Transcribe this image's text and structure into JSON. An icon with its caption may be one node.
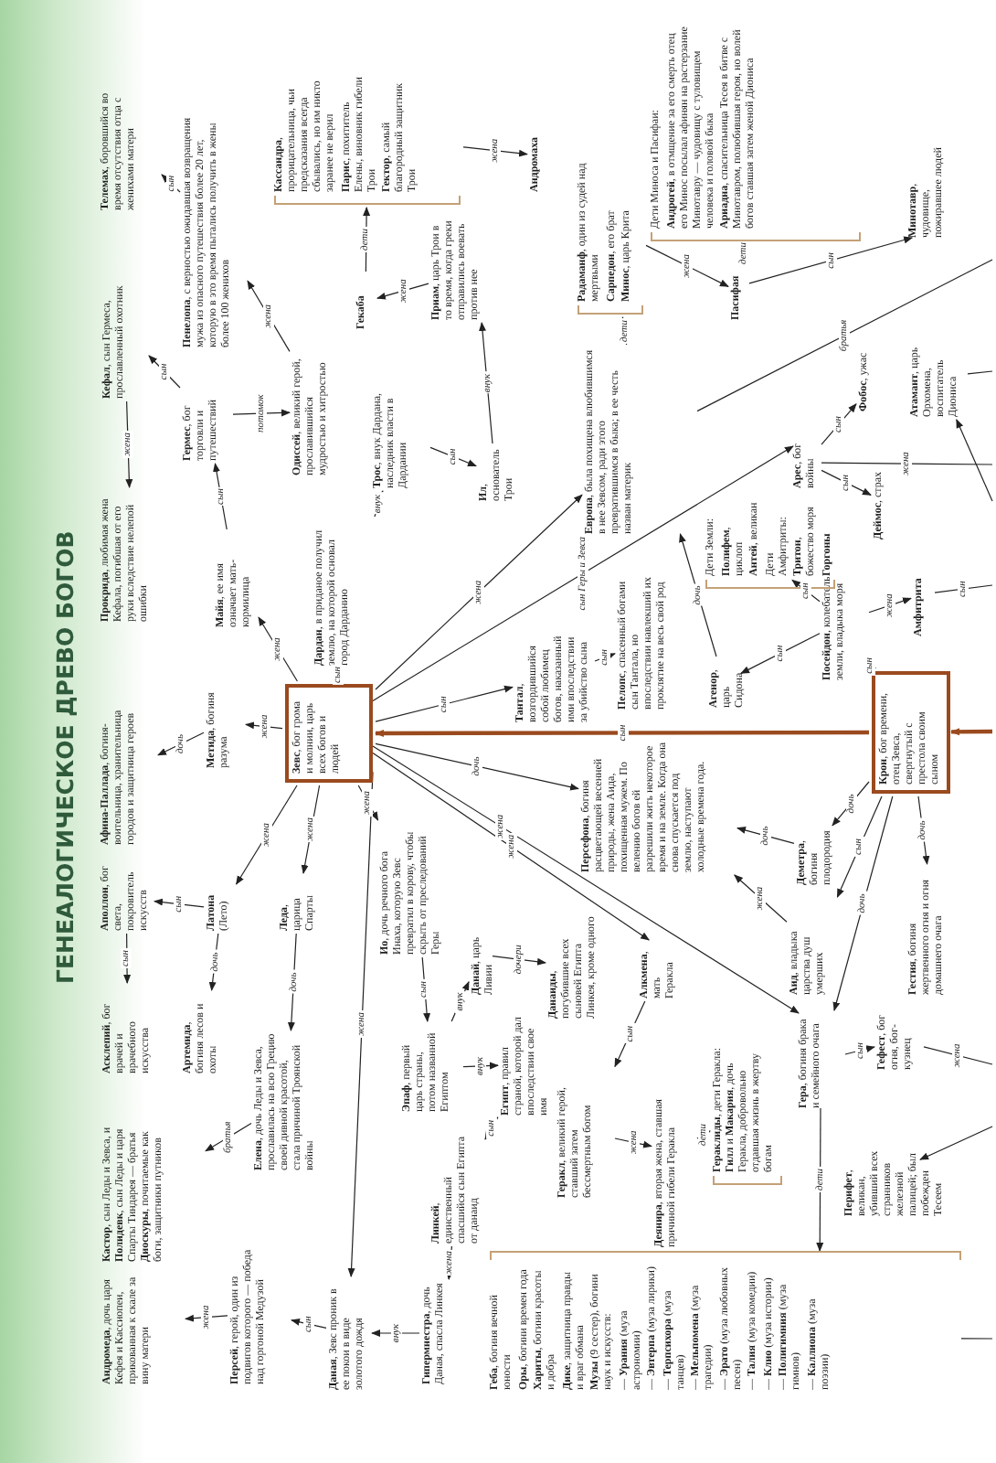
{
  "diagram": {
    "title": "ГЕНЕАЛОГИЧЕСКОЕ ДРЕВО БОГОВ",
    "nodes": [
      {
        "text": [
          "**Телемах**, боровшийся во время отсутствия отца с женихами матери"
        ]
      },
      {
        "text": [
          "**Пенелопа**, с верностью ожидавшая возвращения мужа из опасного путешествия более 20 лет, которую в это время пытались получить в жены более 100 женихов"
        ]
      },
      {
        "text": [
          "**Кассандра**, прорицательница, чьи предсказания всегда сбывались, но им никто заранее не верил",
          "**Парис**, похититель Елены, виновник гибели Трои",
          "**Гектор**, самый благородный защитник Трои"
        ]
      },
      {
        "text": [
          "Андромаха"
        ]
      },
      {
        "text": [
          "**Радаманф**, один из судей над мертвыми",
          "**Сарпедон**, его брат",
          "**Минос**, царь Крита"
        ]
      },
      {
        "text": [
          "Пасифая"
        ]
      },
      {
        "text": [
          "Дети Миноса и Пасифаи:",
          "**Андрогей**, в отмщение за его смерть отец его Минос посылал афинян на растерзание Минотавру — чудовищу с туловищем человека и головой быка",
          "**Ариадна**, спасительница Тесея в битве с Минотавром, полюбившая героя, но волей богов ставшая затем женой Диониса"
        ]
      },
      {
        "text": [
          "**Минотавр**, чудовище, пожиравшее людей"
        ]
      },
      {
        "text": [
          "**Кефал**, сын Гермеса, прославленный охотник"
        ]
      },
      {
        "text": [
          "**Гермес**, бог торговли и путешествий"
        ]
      },
      {
        "text": [
          "**Одиссей**, великий герой, прославившийся мудростью и хитростью"
        ]
      },
      {
        "text": [
          "Гекаба"
        ]
      },
      {
        "text": [
          "**Приам**, царь Трои в то время, когда греки отправились воевать против нее"
        ]
      },
      {
        "text": [
          "**Ил**, основатель Трои"
        ]
      },
      {
        "text": [
          "**Трос**, внук Дардана, наследник власти в Дардании"
        ]
      },
      {
        "text": [
          "**Дардан**, в приданое получил землю, на которой основал город Дарданию"
        ]
      },
      {
        "text": [
          "**Европа**, была похищена влюбившимся в нее Зевсом, ради этого превратившимся в быка; в ее честь назван материк"
        ]
      },
      {
        "text": [
          "**Прокрида**, любимая жена Кефала, погибшая от его руки вследствие нелепой ошибки"
        ]
      },
      {
        "text": [
          "**Майя**, ее имя означает мать-кормилица"
        ]
      },
      {
        "text": [
          "**Зевс**, бог грома и молнии, царь всех богов и людей"
        ]
      },
      {
        "text": [
          "**Метида**, богиня разума"
        ]
      },
      {
        "text": [
          "**Афина-Паллада**, богиня-воительница, хранительница городов и защитница героев"
        ]
      },
      {
        "text": [
          "**Латона** (Лето)"
        ]
      },
      {
        "text": [
          "**Аполлон**, бог света, покровитель искусств"
        ]
      },
      {
        "text": [
          "**Асклепий**, бог врачей и врачебного искусства"
        ]
      },
      {
        "text": [
          "**Артемида**, богиня лесов и охоты"
        ]
      },
      {
        "text": [
          "**Леда**, царица Спарты"
        ]
      },
      {
        "text": [
          "**Елена**, дочь Леды и Зевса, прославилась на всю Грецию своей дивной красотой, стала причиной Троянской войны"
        ]
      },
      {
        "text": [
          "**Кастор**, сын Леды и Зевса, и **Полидевк**, сын Леды и царя Спарты Тиндарея — братья **Диоскуры**, почитаемые как боги, защитники путников"
        ]
      },
      {
        "text": [
          "**Ио**, дочь речного бога Инаха, которую Зевс превратил в корову, чтобы скрыть от преследований Геры"
        ]
      },
      {
        "text": [
          "**Данай**, царь Ливии"
        ]
      },
      {
        "text": [
          "**Данаиды**, погубившие всех сыновей Египта Линкея, кроме одного"
        ]
      },
      {
        "text": [
          "**Эпаф**, первый царь страны, потом названной Египтом"
        ]
      },
      {
        "text": [
          "**Египт**, правил страной, которой дал впоследствии свое имя"
        ]
      },
      {
        "text": [
          "**Линкей**, единственный спасшийся сын Египта от данаид"
        ]
      },
      {
        "text": [
          "**Алкмена**, мать Геракла"
        ]
      },
      {
        "text": [
          "**Геракл**, великий герой, ставший затем бессмертным богом"
        ]
      },
      {
        "text": [
          "**Деянира**, вторая жена, ставшая причиной гибели Геракла"
        ]
      },
      {
        "text": [
          "**Гераклиды**, дети Геракла: **Гилл** и **Макария**, дочь Геракла, добровольно отдавшая жизнь в жертву богам"
        ]
      },
      {
        "text": [
          "**Гипермнестра**, дочь Даная, спасла Линкея"
        ]
      },
      {
        "text": [
          "**Даная**, Зевс проник в ее покои в виде золотого дождя"
        ]
      },
      {
        "text": [
          "**Персей**, герой, один из подвигов которого — победа над горгоной Медузой"
        ]
      },
      {
        "text": [
          "**Андромеда**, дочь царя Кефея и Кассиопеи, прикованная к скале за вину матери"
        ]
      },
      {
        "text": [
          "**Геба**, богиня вечной юности",
          "**Оры**, богини времен года",
          "**Хариты**, богини красоты и добра",
          "**Дике**, защитница правды и враг обмана",
          "**Музы** (9 сестер), богини наук и искусств:",
          "— **Урания** (муза астрономии)",
          "— **Эвтерпа** (муза лирики)",
          "— **Терпсихора** (муза танцев)",
          "— **Мельпомена** (муза трагедии)",
          "— **Эрато** (муза любовных песен)",
          "— **Талия** (муза комедии)",
          "— **Клио** (муза истории)",
          "— **Полигимния** (муза гимнов)",
          "— **Каллиопа** (муза поэзии)"
        ]
      },
      {
        "text": [
          "**Персефона**, богиня расцветающей весенней природы, жена Аида, похищенная мужем. По велению богов ей разрешили жить некоторое время и на земле. Когда она снова спускается под землю, наступают холодные времена года."
        ]
      },
      {
        "text": [
          "**Деметра**, богиня плодородия"
        ]
      },
      {
        "text": [
          "**Аид**, владыка царства душ умерших"
        ]
      },
      {
        "text": [
          "**Гестия**, богиня жертвенного огня и огня домашнего очага"
        ]
      },
      {
        "text": [
          "**Крон**, бог времени, отец Зевса, свергнутый с престола своим сыном"
        ]
      },
      {
        "text": [
          "**Гера**, богиня брака и семейного очага"
        ]
      },
      {
        "text": [
          "**Гефест**, бог огня, бог-кузнец"
        ]
      },
      {
        "text": [
          "**Перифет**, великан, убивший всех странников железной палицей; был побежден Тесеем"
        ]
      },
      {
        "text": [
          "**Посейдон**, колебатель земли, владыка моря"
        ]
      },
      {
        "text": [
          "**Агенор**, царь Сидона"
        ]
      },
      {
        "text": [
          "Дети Земли:",
          "**Полифем**, циклоп",
          "**Антей**, великан",
          "Дети Амфитриты:",
          "**Тритон**, божество моря",
          "**Горгоны**"
        ]
      },
      {
        "text": [
          "Амфитрита"
        ]
      },
      {
        "text": [
          "**Арес**, бог войны"
        ]
      },
      {
        "text": [
          "**Фобос**, ужас"
        ]
      },
      {
        "text": [
          "**Деймос**, страх"
        ]
      },
      {
        "text": [
          "**Атамант**, царь Орхомена, воспитатель Диониса"
        ]
      },
      {
        "text": [
          "**Тантал**, возгордившийся собой любимец богов, наказанный ими впоследствии за убийство сына"
        ]
      },
      {
        "text": [
          "**Пелопс**, спасенный богами сын Тантала, но впоследствии навлекший их проклятие на весь свой род"
        ]
      }
    ],
    "edges": [
      {
        "from": 1,
        "to": 0,
        "arrow": "to",
        "label": "сын"
      },
      {
        "from": 11,
        "to": 2,
        "arrow": "to",
        "label": "дети"
      },
      {
        "from": 2,
        "to": 3,
        "arrow": "to",
        "label": "жена"
      },
      {
        "from": 16,
        "to": 4,
        "arrow": "to",
        "label": "дети"
      },
      {
        "from": 4,
        "to": 5,
        "arrow": "to",
        "label": "жена"
      },
      {
        "from": 5,
        "to": 6,
        "arrow": "to",
        "label": "дети"
      },
      {
        "from": 5,
        "to": 7,
        "arrow": "to",
        "label": "сын"
      },
      {
        "from": 16,
        "to": null,
        "arrow": "none",
        "label": "братья"
      },
      {
        "from": 53,
        "to": 16,
        "arrow": "to",
        "label": "дочь"
      },
      {
        "from": 19,
        "to": 16,
        "arrow": "to",
        "label": "жена"
      },
      {
        "from": 19,
        "to": 56,
        "arrow": "to",
        "label": "сын Геры и Зевса"
      },
      {
        "from": 56,
        "to": 57,
        "arrow": "to",
        "label": "сын"
      },
      {
        "from": 56,
        "to": 58,
        "arrow": "to",
        "label": "сын"
      },
      {
        "from": 56,
        "to": null,
        "arrow": "none",
        "label": "жена"
      },
      {
        "from": null,
        "to": 59,
        "arrow": "to"
      },
      {
        "from": 59,
        "to": null,
        "arrow": "none"
      },
      {
        "from": 48,
        "to": 52,
        "arrow": "to",
        "label": "сын"
      },
      {
        "from": 52,
        "to": 53,
        "arrow": "to",
        "label": "сын"
      },
      {
        "from": 52,
        "to": 54,
        "arrow": "to",
        "label": "сын"
      },
      {
        "from": 52,
        "to": 55,
        "arrow": "to",
        "label": "жена"
      },
      {
        "from": 55,
        "to": null,
        "arrow": "none",
        "label": "сын"
      },
      {
        "from": 19,
        "to": 60,
        "arrow": "to",
        "label": "сын"
      },
      {
        "from": 60,
        "to": 61,
        "arrow": "to",
        "label": "сын"
      },
      {
        "from": 19,
        "to": 15,
        "arrow": "to",
        "label": "сын"
      },
      {
        "from": 15,
        "to": 14,
        "arrow": "to",
        "label": "внук"
      },
      {
        "from": 14,
        "to": 13,
        "arrow": "to",
        "label": "сын"
      },
      {
        "from": 13,
        "to": 12,
        "arrow": "to",
        "label": "внук"
      },
      {
        "from": 12,
        "to": 11,
        "arrow": "to",
        "label": "жена"
      },
      {
        "from": 18,
        "to": 9,
        "arrow": "to",
        "label": "сын"
      },
      {
        "from": 9,
        "to": 8,
        "arrow": "to",
        "label": "сын"
      },
      {
        "from": 8,
        "to": 17,
        "arrow": "to",
        "label": "жена"
      },
      {
        "from": 9,
        "to": 10,
        "arrow": "to",
        "label": "потомок"
      },
      {
        "from": 10,
        "to": 1,
        "arrow": "to",
        "label": "жена"
      },
      {
        "from": 19,
        "to": 18,
        "arrow": "to",
        "label": "жена"
      },
      {
        "from": 19,
        "to": 20,
        "arrow": "to",
        "label": "жена"
      },
      {
        "from": 20,
        "to": 21,
        "arrow": "to",
        "label": "дочь"
      },
      {
        "from": 19,
        "to": 22,
        "arrow": "to",
        "label": "жена"
      },
      {
        "from": 22,
        "to": 23,
        "arrow": "to",
        "label": "сын"
      },
      {
        "from": 23,
        "to": 24,
        "arrow": "to",
        "label": "сын"
      },
      {
        "from": 22,
        "to": 25,
        "arrow": "to",
        "label": "дочь"
      },
      {
        "from": 19,
        "to": 26,
        "arrow": "to",
        "label": "жена"
      },
      {
        "from": 26,
        "to": 27,
        "arrow": "to",
        "label": "дочь"
      },
      {
        "from": 27,
        "to": 28,
        "arrow": "to",
        "label": "братья"
      },
      {
        "from": 19,
        "to": 29,
        "arrow": "to",
        "label": "жена"
      },
      {
        "from": 29,
        "to": 32,
        "arrow": "to",
        "label": "сын"
      },
      {
        "from": 32,
        "to": 30,
        "arrow": "to",
        "label": "внук"
      },
      {
        "from": 32,
        "to": 33,
        "arrow": "to",
        "label": "внук"
      },
      {
        "from": 33,
        "to": 34,
        "arrow": "to",
        "label": "сын"
      },
      {
        "from": 30,
        "to": 31,
        "arrow": "to",
        "label": "дочери"
      },
      {
        "from": 19,
        "to": 35,
        "arrow": "to",
        "label": "жена"
      },
      {
        "from": 35,
        "to": 36,
        "arrow": "to",
        "label": "сын"
      },
      {
        "from": 36,
        "to": 37,
        "arrow": "to",
        "label": "жена"
      },
      {
        "from": 37,
        "to": 38,
        "arrow": "to",
        "label": "дети"
      },
      {
        "from": 19,
        "to": 44,
        "arrow": "to",
        "label": "дочь"
      },
      {
        "from": 45,
        "to": 44,
        "arrow": "to",
        "label": "дочь"
      },
      {
        "from": 46,
        "to": 44,
        "arrow": "to",
        "label": "жена"
      },
      {
        "from": 19,
        "to": 49,
        "arrow": "to",
        "label": "жена"
      },
      {
        "from": 48,
        "to": 45,
        "arrow": "to",
        "label": "дочь"
      },
      {
        "from": 48,
        "to": 46,
        "arrow": "to",
        "label": "сын"
      },
      {
        "from": 48,
        "to": 47,
        "arrow": "to",
        "label": "дочь"
      },
      {
        "from": 48,
        "to": 49,
        "arrow": "to",
        "label": "дочь"
      },
      {
        "from": 49,
        "to": 50,
        "arrow": "to",
        "label": "сын"
      },
      {
        "from": 50,
        "to": null,
        "arrow": "none",
        "label": "жена"
      },
      {
        "from": null,
        "to": 51,
        "arrow": "to"
      },
      {
        "from": 49,
        "to": 43,
        "arrow": "to",
        "label": "дети"
      },
      {
        "from": 43,
        "to": null,
        "arrow": "none"
      },
      {
        "from": 19,
        "to": 40,
        "arrow": "to",
        "label": "жена"
      },
      {
        "from": 34,
        "to": 39,
        "arrow": "to",
        "label": "жена"
      },
      {
        "from": 39,
        "to": 40,
        "arrow": "to",
        "label": "внук"
      },
      {
        "from": 40,
        "to": 41,
        "arrow": "to",
        "label": "сын"
      },
      {
        "from": 41,
        "to": 42,
        "arrow": "to",
        "label": "жена"
      },
      {
        "from": 48,
        "to": 19,
        "arrow": "to",
        "label": "сын",
        "style": "thick",
        "color": "#9a4a1e"
      },
      {
        "from": null,
        "to": 48,
        "arrow": "to",
        "style": "thick",
        "color": "#9a4a1e"
      }
    ]
  }
}
